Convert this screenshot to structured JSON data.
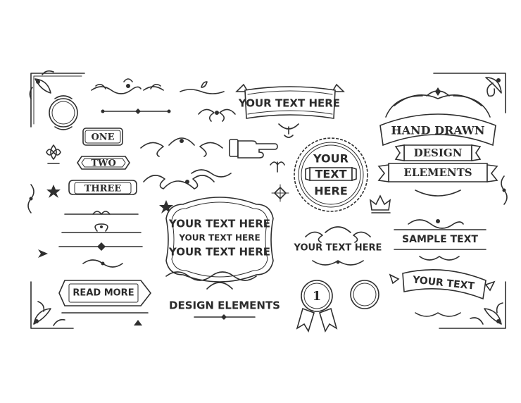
{
  "labels": {
    "banner_top": "YOUR TEXT HERE",
    "one": "ONE",
    "two": "TWO",
    "three": "THREE",
    "hand_drawn": "HAND DRAWN",
    "design": "DESIGN",
    "elements": "ELEMENTS",
    "seal_your": "YOUR",
    "seal_text": "TEXT",
    "seal_here": "HERE",
    "frame_line1": "YOUR TEXT HERE",
    "frame_line2": "YOUR TEXT HERE",
    "frame_line3": "YOUR TEXT HERE",
    "mid_text": "YOUR TEXT HERE",
    "sample_text": "SAMPLE TEXT",
    "read_more": "READ MORE",
    "design_elements": "DESIGN ELEMENTS",
    "badge_number": "1",
    "ribbon_your_text": "YOUR TEXT"
  },
  "colors": {
    "ink": "#2f2f2f",
    "paper": "#ffffff"
  }
}
